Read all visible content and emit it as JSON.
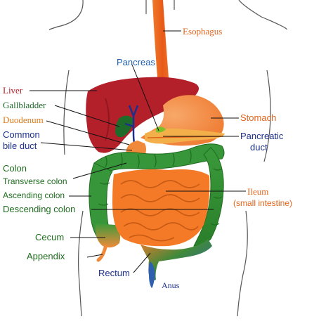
{
  "colors": {
    "liver": "#b3202a",
    "gallbladder": "#1f6b2a",
    "duodenum": "#e07a1a",
    "bile_duct": "#1c2f8c",
    "colon": "#2e8b2e",
    "colon_dark": "#1f6d1f",
    "small_intestine": "#f47a28",
    "stomach": "#f1833a",
    "esophagus": "#e8641c",
    "pancreas_label": "#1f5fb0",
    "ileum_label": "#e0641c",
    "rectum": "#2f6fae",
    "body_outline": "#555555"
  },
  "labels": {
    "esophagus": "Esophagus",
    "pancreas": "Pancreas",
    "liver": "Liver",
    "gallbladder": "Gallbladder",
    "duodenum": "Duodenum",
    "common_bile_duct_line1": "Common",
    "common_bile_duct_line2": "bile duct",
    "stomach": "Stomach",
    "pancreatic_duct_line1": "Pancreatic",
    "pancreatic_duct_line2": "duct",
    "colon": "Colon",
    "transverse_colon": "Transverse colon",
    "ascending_colon": "Ascending colon",
    "descending_colon": "Descending colon",
    "ileum_line1": "Ileum",
    "ileum_line2": "(small intestine)",
    "cecum": "Cecum",
    "appendix": "Appendix",
    "rectum": "Rectum",
    "anus": "Anus"
  }
}
